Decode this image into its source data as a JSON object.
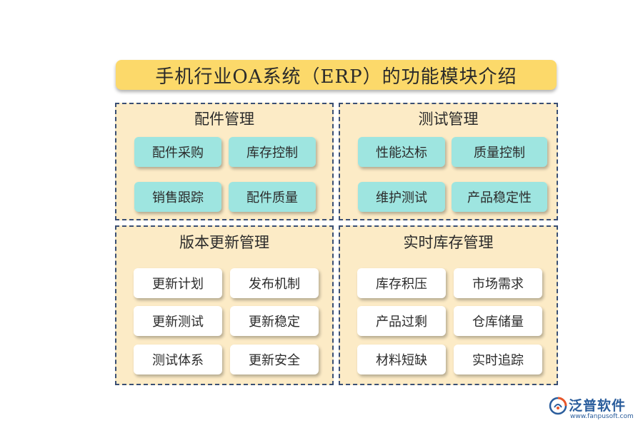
{
  "title": "手机行业OA系统（ERP）的功能模块介绍",
  "panels": [
    {
      "name": "配件管理",
      "items": [
        "配件采购",
        "库存控制",
        "销售跟踪",
        "配件质量"
      ]
    },
    {
      "name": "测试管理",
      "items": [
        "性能达标",
        "质量控制",
        "维护测试",
        "产品稳定性"
      ]
    },
    {
      "name": "版本更新管理",
      "items": [
        "更新计划",
        "发布机制",
        "更新测试",
        "更新稳定",
        "测试体系",
        "更新安全"
      ]
    },
    {
      "name": "实时库存管理",
      "items": [
        "库存积压",
        "市场需求",
        "产品过剩",
        "仓库储量",
        "材料短缺",
        "实时追踪"
      ]
    }
  ],
  "logo": {
    "name": "泛普软件",
    "url": "www.fanpusoft.com"
  },
  "colors": {
    "title_bg": "#fcd96a",
    "panel_bg": "#fcebc6",
    "panel_border": "#3a4f74",
    "chip_teal": "#9ee5e0",
    "chip_white": "#ffffff"
  }
}
